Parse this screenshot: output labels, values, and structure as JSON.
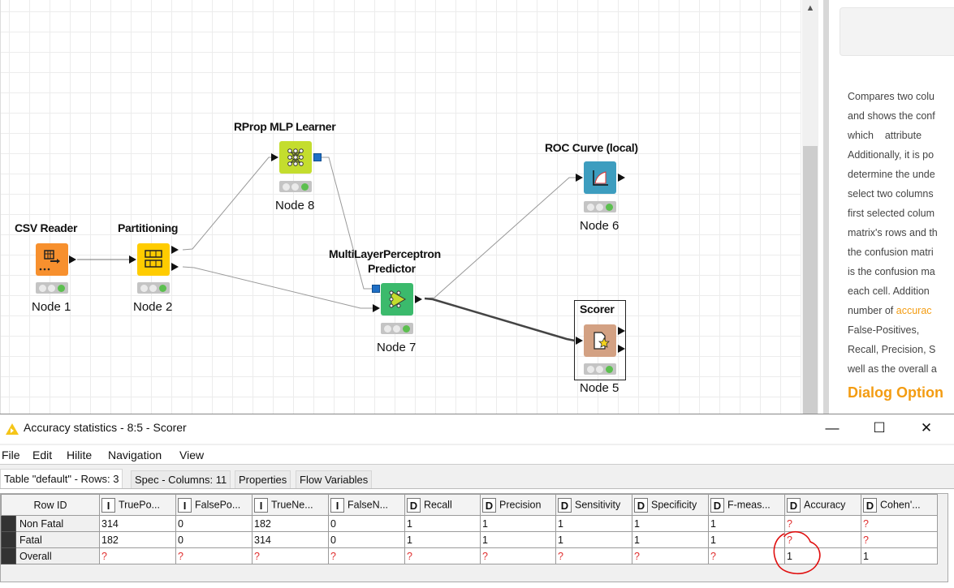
{
  "workflow": {
    "nodes": [
      {
        "id": "csv-reader",
        "label": "CSV Reader",
        "name": "Node 1",
        "color": "#f7902e",
        "icon": "table-arrow-icon"
      },
      {
        "id": "partitioning",
        "label": "Partitioning",
        "name": "Node 2",
        "color": "#ffcc00",
        "icon": "partition-icon"
      },
      {
        "id": "rprop-mlp-learner",
        "label": "RProp MLP Learner",
        "name": "Node 8",
        "color": "#c4dd2e",
        "icon": "neural-network-icon"
      },
      {
        "id": "mlp-predictor",
        "label_line1": "MultiLayerPerceptron",
        "label_line2": "Predictor",
        "name": "Node 7",
        "color": "#3bba6c",
        "icon": "predictor-icon"
      },
      {
        "id": "roc-curve",
        "label": "ROC Curve (local)",
        "name": "Node 6",
        "color": "#3d9dbf",
        "icon": "roc-chart-icon"
      },
      {
        "id": "scorer",
        "label": "Scorer",
        "name": "Node 5",
        "color": "#d3a183",
        "icon": "scorer-icon"
      }
    ],
    "status_colors": {
      "executed": "#5cbf4f",
      "idle": "#eaeaea"
    }
  },
  "description": {
    "lines": [
      "Compares two colu",
      "and shows the conf",
      "which    attribute",
      "Additionally, it is po",
      "determine the unde",
      "select two columns",
      "first selected colum",
      "matrix's rows and th",
      "the confusion matri",
      "is the confusion ma",
      "each cell. Addition"
    ],
    "line12_prefix": "number of ",
    "line12_link": "accurac",
    "lines_after": [
      "False-Positives,",
      "Recall, Precision, S",
      "well as the overall a"
    ],
    "section_heading": "Dialog Option",
    "accent_color": "#f39c12"
  },
  "window": {
    "title": "Accuracy statistics - 8:5 - Scorer",
    "controls": {
      "minimize": "—",
      "maximize": "☐",
      "close": "✕"
    },
    "menu": [
      "File",
      "Edit",
      "Hilite",
      "Navigation",
      "View"
    ],
    "tabs": [
      "Table \"default\" - Rows: 3",
      "Spec - Columns: 11",
      "Properties",
      "Flow Variables"
    ],
    "table": {
      "row_id_header": "Row ID",
      "columns": [
        {
          "type": "I",
          "name": "TruePo..."
        },
        {
          "type": "I",
          "name": "FalsePo..."
        },
        {
          "type": "I",
          "name": "TrueNe..."
        },
        {
          "type": "I",
          "name": "FalseN..."
        },
        {
          "type": "D",
          "name": "Recall"
        },
        {
          "type": "D",
          "name": "Precision"
        },
        {
          "type": "D",
          "name": "Sensitivity"
        },
        {
          "type": "D",
          "name": "Specificity"
        },
        {
          "type": "D",
          "name": "F-meas..."
        },
        {
          "type": "D",
          "name": "Accuracy"
        },
        {
          "type": "D",
          "name": "Cohen'..."
        }
      ],
      "rows": [
        {
          "id": "Non Fatal",
          "cells": [
            "314",
            "0",
            "182",
            "0",
            "1",
            "1",
            "1",
            "1",
            "1",
            "?",
            "?"
          ]
        },
        {
          "id": "Fatal",
          "cells": [
            "182",
            "0",
            "314",
            "0",
            "1",
            "1",
            "1",
            "1",
            "1",
            "?",
            "?"
          ]
        },
        {
          "id": "Overall",
          "cells": [
            "?",
            "?",
            "?",
            "?",
            "?",
            "?",
            "?",
            "?",
            "?",
            "1",
            "1"
          ]
        }
      ],
      "missing_color": "#e03030"
    },
    "annotation": "red-circle-around-overall-accuracy"
  }
}
